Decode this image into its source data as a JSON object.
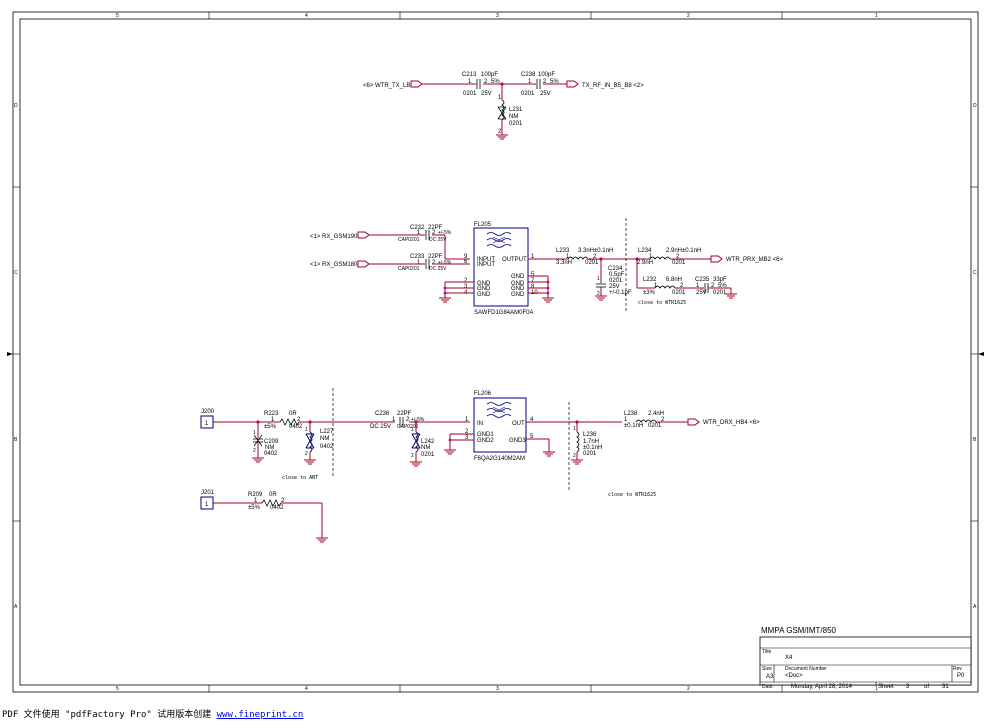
{
  "border": {
    "columns_top": [
      "5",
      "4",
      "3",
      "2",
      "1"
    ],
    "columns_bottom": [
      "5",
      "4",
      "3",
      "2",
      "1"
    ],
    "rows": [
      "D",
      "C",
      "B",
      "A"
    ]
  },
  "tx_section": {
    "left_port": "<6> WTR_TX_LB1",
    "right_port": "TX_RF_IN_B5_B8 <2>",
    "c213": {
      "ref": "C213",
      "value": "100pF",
      "pins": "1",
      "pin2": "2",
      "tol": "5%",
      "pkg": "0201",
      "volt": "25V"
    },
    "c238": {
      "ref": "C238",
      "value": "100pF",
      "pins": "1",
      "pin2": "2",
      "tol": "5%",
      "pkg": "0201",
      "volt": "25V"
    },
    "l231": {
      "ref": "L231",
      "value": "NM",
      "pkg": "0201",
      "pin1": "1",
      "pin2": "2"
    }
  },
  "rx_section": {
    "port_1900": "<1> RX_GSM1900",
    "port_1800": "<1> RX_GSM1800",
    "c232": {
      "ref": "C232",
      "value": "22PF",
      "pin1": "1",
      "pin2": "2",
      "tol": "+/-5%",
      "pkg": "CAP0201",
      "volt": "DC 25V"
    },
    "c233": {
      "ref": "C233",
      "value": "22PF",
      "pin1": "1",
      "pin2": "2",
      "tol": "+/-5%",
      "pkg": "CAP0201",
      "volt": "DC 25V"
    },
    "fl205": {
      "ref": "FL205",
      "part": "SAWFD1G84AM0F0A",
      "left_pins": [
        {
          "num": "9",
          "name": "INPUT"
        },
        {
          "num": "6",
          "name": "INPUT"
        },
        {
          "num": "2",
          "name": "GND"
        },
        {
          "num": "3",
          "name": "GND"
        },
        {
          "num": "4",
          "name": "GND"
        }
      ],
      "right_pins": [
        {
          "num": "1",
          "name": "OUTPUT"
        },
        {
          "num": "5",
          "name": "GND"
        },
        {
          "num": "7",
          "name": "GND"
        },
        {
          "num": "8",
          "name": "GND"
        },
        {
          "num": "10",
          "name": "GND"
        }
      ]
    },
    "l233": {
      "ref": "L233",
      "value": "3.3nH±0.1nH",
      "value2": "3.3nH",
      "pkg": "0201",
      "pin1": "1",
      "pin2": "2"
    },
    "c234": {
      "ref": "C234",
      "value": "0.5pF",
      "pkg": "0201",
      "volt": "25V",
      "tol": "+/-0.1pF",
      "pin1": "1",
      "pin2": "2"
    },
    "l234": {
      "ref": "L234",
      "value": "2.9nH±0.1nH",
      "value2": "2.9nH",
      "pkg": "0201",
      "pin1": "1",
      "pin2": "2"
    },
    "l232": {
      "ref": "L232",
      "value": "6.8nH",
      "tol": "±3%",
      "pkg": "0201",
      "pin1": "1",
      "pin2": "2"
    },
    "c235": {
      "ref": "C235",
      "value": "33pF",
      "volt": "25V",
      "pkg": "0201",
      "tol": "5%",
      "pin1": "1",
      "pin2": "2"
    },
    "out_port": "WTR_PRX_MB2 <6>",
    "note": "close to WTR1625"
  },
  "drx_section": {
    "j200": {
      "ref": "J200",
      "pin": "1"
    },
    "r223": {
      "ref": "R223",
      "value": "0R",
      "tol": "±5%",
      "pkg": "0402",
      "pin1": "1",
      "pin2": "2"
    },
    "c209": {
      "ref": "C209",
      "value": "NM",
      "pkg": "0402",
      "pin1": "1",
      "pin2": "2"
    },
    "l227": {
      "ref": "L227",
      "value": "NM",
      "pkg": "0402",
      "pin1": "1",
      "pin2": "2"
    },
    "note_ant": "close to ANT",
    "c236": {
      "ref": "C236",
      "value": "22PF",
      "volt": "DC 25V",
      "pkg": "CAP0201",
      "tol": "+/-5%",
      "pin1": "1",
      "pin2": "2"
    },
    "l242": {
      "ref": "L242",
      "value": "NM",
      "pkg": "0201",
      "pin1": "1",
      "pin2": "2"
    },
    "fl206": {
      "ref": "FL206",
      "part": "F6QA2G140M2AM",
      "left_pins": [
        {
          "num": "1",
          "name": "IN"
        },
        {
          "num": "2",
          "name": "GND1"
        },
        {
          "num": "3",
          "name": "GND2"
        }
      ],
      "right_pins": [
        {
          "num": "4",
          "name": "OUT"
        },
        {
          "num": "5",
          "name": "GND3"
        }
      ]
    },
    "l236": {
      "ref": "L236",
      "value": "1.7nH",
      "tol": "±0.1nH",
      "pkg": "0201",
      "pin1": "1",
      "pin2": "2"
    },
    "l238": {
      "ref": "L238",
      "value": "2.4nH",
      "tol": "±0.1nH",
      "pkg": "0201",
      "pin1": "1",
      "pin2": "2"
    },
    "out_port": "WTR_DRX_HB4 <6>",
    "note": "close to WTR1625"
  },
  "j201_section": {
    "j201": {
      "ref": "J201",
      "pin": "1"
    },
    "r209": {
      "ref": "R209",
      "value": "0R",
      "tol": "±5%",
      "pkg": "0402",
      "pin1": "1",
      "pin2": "2"
    }
  },
  "title_block": {
    "heading": "MMPA GSM/IMT/850",
    "title_label": "Title",
    "title_value": "X4",
    "size_label": "Size",
    "size_value": "A3",
    "docnum_label": "Document Number",
    "docnum_value": "<Doc>",
    "rev_label": "Rev",
    "rev_value": "P0",
    "date_label": "Date:",
    "date_value": "Monday, April 28, 2014",
    "sheet_label": "Sheet",
    "sheet_num": "3",
    "of_label": "of",
    "sheet_total": "31"
  },
  "footer": {
    "text": "PDF 文件使用 \"pdfFactory Pro\" 试用版本创建 ",
    "link": "www.fineprint.cn"
  },
  "colors": {
    "wire": "#a00020",
    "block": "#000080",
    "junction": "#c00080"
  }
}
